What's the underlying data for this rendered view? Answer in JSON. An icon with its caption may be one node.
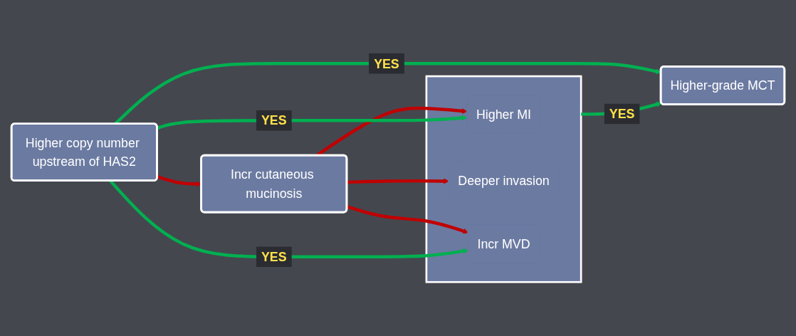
{
  "diagram": {
    "nodes": [
      {
        "text": [
          "Higher copy number upstream of HAS2"
        ]
      },
      {
        "text": [
          "Incr cutaneous mucinosis"
        ]
      },
      {
        "text": [],
        "shape": "box"
      },
      {
        "text": [
          "Higher MI"
        ],
        "in": 2
      },
      {
        "text": [
          "Deeper invasion"
        ],
        "in": 2
      },
      {
        "text": [
          "Incr MVD"
        ],
        "in": 2
      },
      {
        "text": [
          "Higher-grade MCT"
        ]
      }
    ],
    "edges": [
      {
        "from": 0,
        "to": 1,
        "arrow": "to",
        "color": "#c00000"
      },
      {
        "from": 1,
        "to": 3,
        "arrow": "to",
        "color": "#c00000"
      },
      {
        "from": 1,
        "to": 4,
        "arrow": "to",
        "color": "#c00000"
      },
      {
        "from": 1,
        "to": 5,
        "arrow": "to",
        "color": "#c00000"
      },
      {
        "from": 0,
        "to": 3,
        "arrow": "to",
        "label": "YES",
        "color": "#00b050"
      },
      {
        "from": 0,
        "to": 6,
        "arrow": "to",
        "label": "YES",
        "color": "#00b050"
      },
      {
        "from": 0,
        "to": 5,
        "arrow": "to",
        "label": "YES",
        "color": "#00b050"
      },
      {
        "from": 2,
        "to": 6,
        "arrow": "to",
        "label": "YES",
        "color": "#00b050"
      }
    ]
  }
}
